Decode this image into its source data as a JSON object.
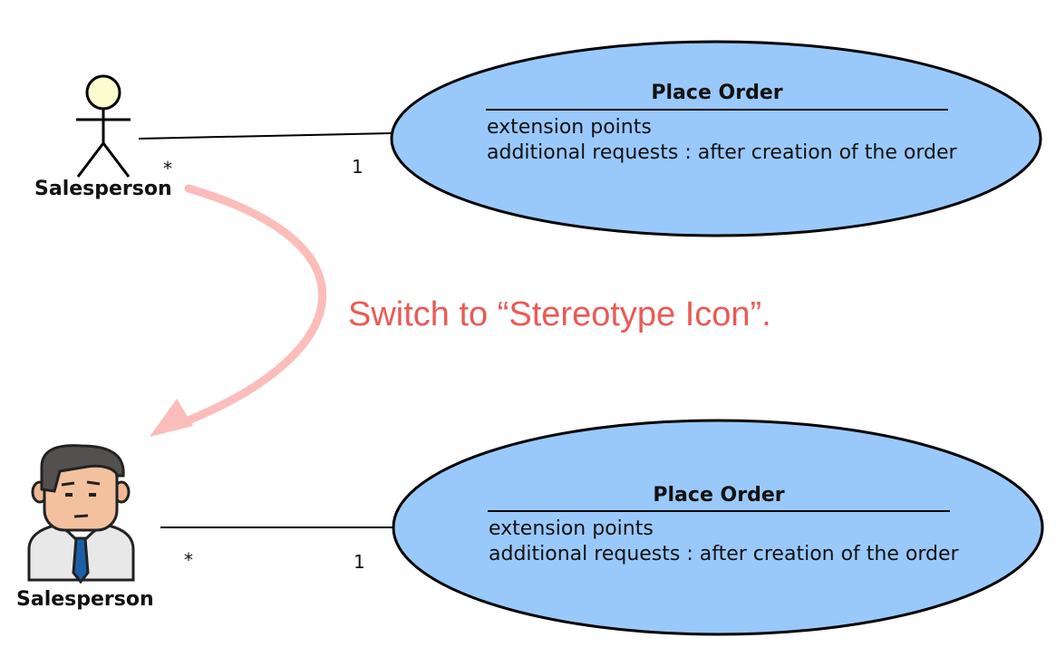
{
  "colors": {
    "usecase_fill": "#99c9fb",
    "actor_head": "#fcfcd0",
    "annotation": "#ea5a55",
    "arrow": "#fbbdba"
  },
  "top": {
    "actor": {
      "name": "Salesperson",
      "icon": "stick-figure-icon"
    },
    "association": {
      "actor_multiplicity": "*",
      "usecase_multiplicity": "1"
    },
    "usecase": {
      "title": "Place Order",
      "compartment_heading": "extension points",
      "extension_point": "additional requests : after creation of the order"
    }
  },
  "annotation": {
    "text": "Switch to “Stereotype Icon”."
  },
  "bottom": {
    "actor": {
      "name": "Salesperson",
      "icon": "businessman-icon"
    },
    "association": {
      "actor_multiplicity": "*",
      "usecase_multiplicity": "1"
    },
    "usecase": {
      "title": "Place Order",
      "compartment_heading": "extension points",
      "extension_point": "additional requests : after creation of the order"
    }
  }
}
